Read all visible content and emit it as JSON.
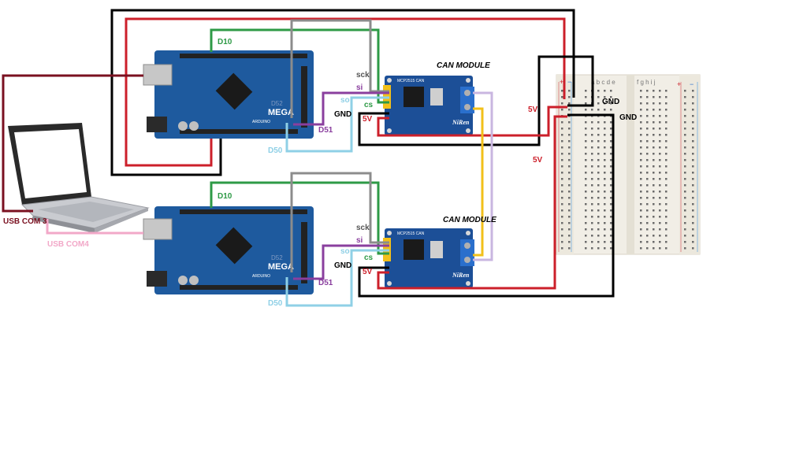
{
  "colors": {
    "black": "#000000",
    "red": "#cc1f2a",
    "darkred": "#7a1020",
    "green": "#2e9a46",
    "gray": "#8c8c8c",
    "purple": "#8a3f9e",
    "lightblue": "#8fd0e6",
    "lavender": "#c9b6e0",
    "yellow": "#f2c01a",
    "pink": "#f2a8c8",
    "board": "#1e5a9e",
    "module": "#1c4f97"
  },
  "can_modules": [
    {
      "title": "CAN MODULE",
      "brand": "NiRen",
      "chip_label": "MCP2515 CAN"
    },
    {
      "title": "CAN MODULE",
      "brand": "NiRen",
      "chip_label": "MCP2515 CAN"
    }
  ],
  "arduinos": [
    {
      "brand": "MEGA",
      "sub": "ARDUINO",
      "pin_d10": "D10",
      "pin_d51": "D51",
      "pin_d50": "D50",
      "pin_d52": "D52"
    },
    {
      "brand": "MEGA",
      "sub": "ARDUINO",
      "pin_d10": "D10",
      "pin_d51": "D51",
      "pin_d50": "D50",
      "pin_d52": "D52"
    }
  ],
  "module_pins": {
    "sck": "sck",
    "si": "si",
    "so": "so",
    "cs": "cs",
    "gnd": "GND",
    "v5": "5V"
  },
  "laptop": {
    "com_top": "USB COM 3",
    "com_bottom": "USB COM4"
  },
  "breadboard": {
    "gnd_top": "GND",
    "gnd_mid": "GND",
    "v5_left": "5V",
    "v5_low": "5V",
    "plus": "+",
    "minus": "−",
    "cols_left": "a b c d e",
    "cols_right": "f g h i j"
  }
}
